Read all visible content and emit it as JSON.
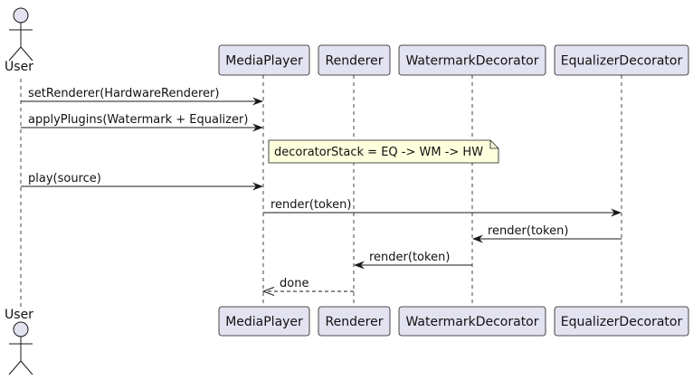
{
  "actor": {
    "label": "User"
  },
  "participants": [
    {
      "label": "MediaPlayer"
    },
    {
      "label": "Renderer"
    },
    {
      "label": "WatermarkDecorator"
    },
    {
      "label": "EqualizerDecorator"
    }
  ],
  "messages": [
    {
      "text": "setRenderer(HardwareRenderer)",
      "style": "solid"
    },
    {
      "text": "applyPlugins(Watermark + Equalizer)",
      "style": "solid"
    },
    {
      "text": "play(source)",
      "style": "solid"
    },
    {
      "text": "render(token)",
      "style": "solid"
    },
    {
      "text": "render(token)",
      "style": "solid"
    },
    {
      "text": "render(token)",
      "style": "solid"
    },
    {
      "text": "done",
      "style": "dashed"
    }
  ],
  "note": {
    "text": "decoratorStack = EQ -> WM -> HW"
  },
  "colors": {
    "participant_fill": "#E2E2F0",
    "participant_border": "#181818",
    "note_fill": "#FEFFDD",
    "lifeline": "#181818",
    "arrow": "#181818"
  }
}
